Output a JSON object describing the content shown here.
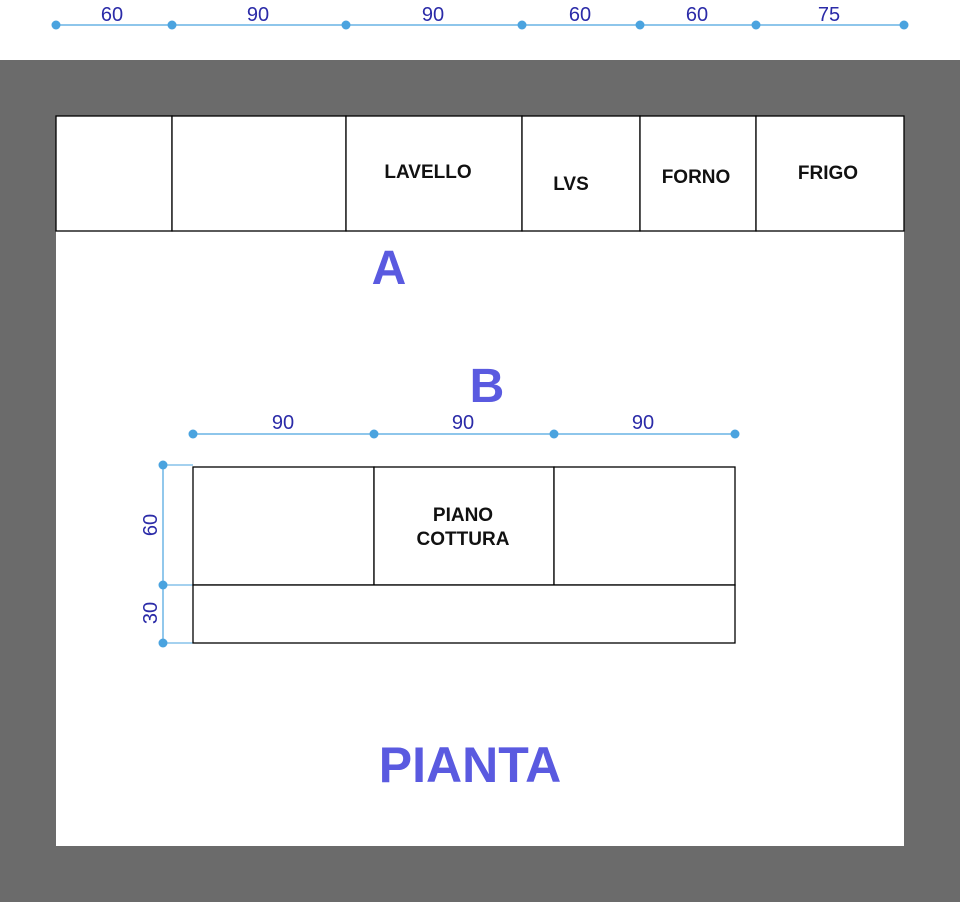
{
  "colors": {
    "wall": "#6b6b6b",
    "dimension_line": "#4aa3df",
    "dimension_text": "#2b2ba8",
    "section_label": "#5a5ae0",
    "outline": "#000000"
  },
  "wall_run_a": {
    "section_label": "A",
    "widths": [
      "60",
      "90",
      "90",
      "60",
      "60",
      "75"
    ],
    "modules": [
      "",
      "",
      "LAVELLO",
      "LVS",
      "FORNO",
      "FRIGO"
    ]
  },
  "island_b": {
    "section_label": "B",
    "widths": [
      "90",
      "90",
      "90"
    ],
    "depths": [
      "60",
      "30"
    ],
    "hob_label_line1": "PIANO",
    "hob_label_line2": "COTTURA"
  },
  "plan_title": "PIANTA"
}
